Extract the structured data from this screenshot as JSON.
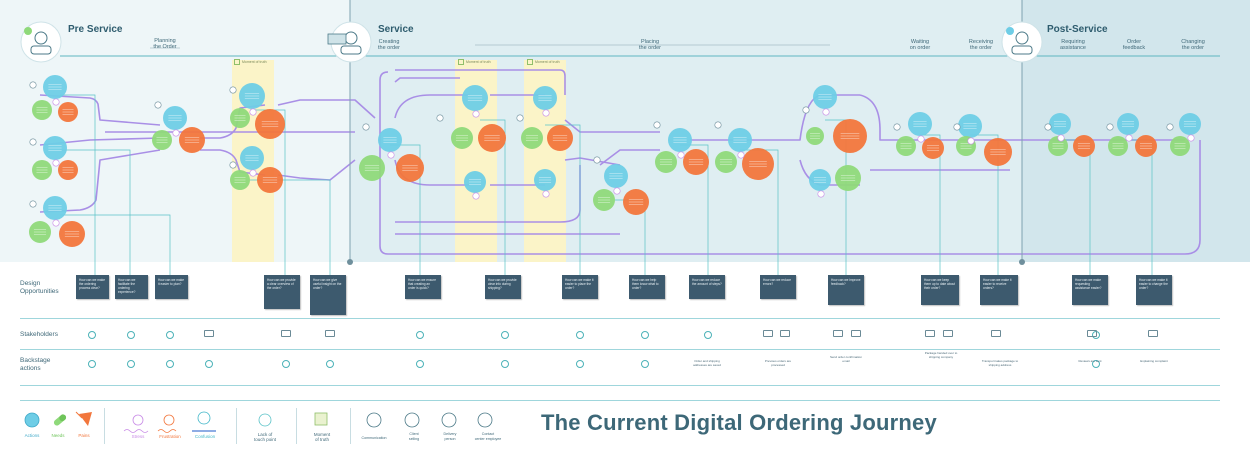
{
  "phases": {
    "pre_service": "Pre Service",
    "service": "Service",
    "post_service": "Post-Service"
  },
  "stages": [
    {
      "id": "planning",
      "label": "Planning\nthe Order"
    },
    {
      "id": "creating",
      "label": "Creating\nthe order"
    },
    {
      "id": "placing",
      "label": "Placing\nthe order"
    },
    {
      "id": "waiting",
      "label": "Waiting\non order"
    },
    {
      "id": "receiving",
      "label": "Receiving\nthe order"
    },
    {
      "id": "assistance",
      "label": "Requiring\nassistance"
    },
    {
      "id": "feedback",
      "label": "Order\nfeedback"
    },
    {
      "id": "changing",
      "label": "Changing\nthe order"
    }
  ],
  "moment_of_truth_label": "Moment of truth",
  "rows": {
    "design_opportunities": "Design\nOpportunities",
    "stakeholders": "Stakeholders",
    "backstage": "Backstage\nactions"
  },
  "notes": [
    "How can we make the ordering process clear?",
    "How can we facilitate the ordering experience?",
    "How can we make it easier to plan?",
    "How can we provide a clear overview of the order?",
    "How can we give useful insight on the order?",
    "How can we ensure that creating an order is quick?",
    "How can we provide clear info during shipping?",
    "How can we make it easier to place the order?",
    "How can we help them know what to order?",
    "How can we reduce the amount of steps?",
    "How can we reduce errors?",
    "How can we improve feedback?",
    "How can we keep them up to date about their order?",
    "How can we make it easier to receive orders?",
    "How can we make requesting assistance easier?",
    "How can we make it easier to change the order?"
  ],
  "backstage_texts": [
    "Order and shipping addresses are saved",
    "Previous orders are processed",
    "Send order confirmation email",
    "Package handed over to shipping company",
    "Transport takes package to shipping address",
    "Reviews are sent",
    "Explaining complaint"
  ],
  "legend": {
    "actions": "Actions",
    "needs": "Needs",
    "pains": "Pains",
    "stress": "Stress",
    "frustration": "Frustration",
    "confusion": "Confusion",
    "lack_of_touch": "Lack of\ntouch point",
    "moment_of_truth": "Moment\nof truth",
    "communication": "Communication",
    "client_selling": "Client\nselling",
    "delivery_person": "Delivery\nperson",
    "contact_center": "Contact\ncenter employee"
  },
  "title": "The Current Digital Ordering Journey",
  "colors": {
    "actions": "#6ecde6",
    "needs": "#8fd97a",
    "pains": "#f2763c",
    "flow": "#a98fe6",
    "track": "#59c2c7",
    "note": "#3d5a6e",
    "moment": "#fbf4c8"
  }
}
